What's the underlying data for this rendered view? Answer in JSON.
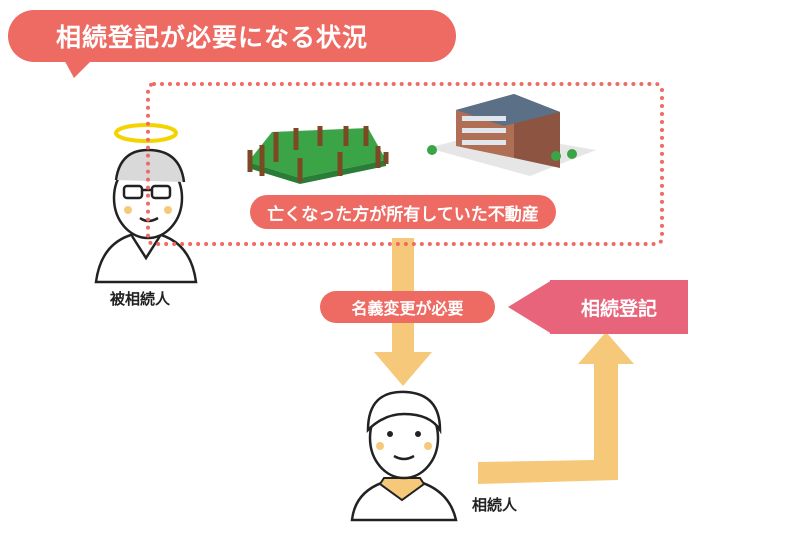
{
  "title": "相続登記が必要になる状況",
  "property_label": "亡くなった方が所有していた不動産",
  "transfer_label": "名義変更が必要",
  "registration_label": "相続登記",
  "deceased_label": "被相続人",
  "heir_label": "相続人",
  "colors": {
    "accent": "#ee6b63",
    "registration": "#e8647a",
    "arrow": "#f6c97a",
    "halo": "#f5d300"
  }
}
